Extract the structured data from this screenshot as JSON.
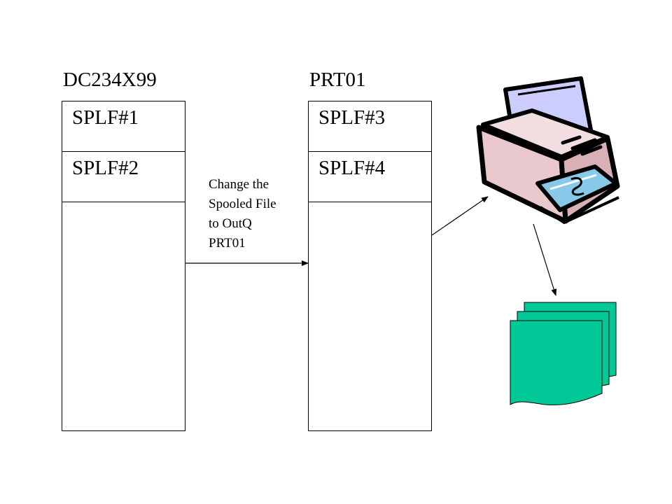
{
  "source_queue": {
    "name": "DC234X99",
    "slots": [
      "SPLF#1",
      "SPLF#2"
    ]
  },
  "target_queue": {
    "name": "PRT01",
    "slots": [
      "SPLF#3",
      "SPLF#4"
    ]
  },
  "move_note": {
    "lines": [
      "Change the",
      "Spooled File",
      "to OutQ",
      "PRT01"
    ]
  },
  "icons": {
    "printer": "printer-icon",
    "output": "printed-pages-icon"
  },
  "colors": {
    "line": "#000000",
    "paper_green": "#00c896",
    "printer_body": "#e8c8cc",
    "printer_paper": "#ccccff",
    "tray": "#88c8e8"
  }
}
